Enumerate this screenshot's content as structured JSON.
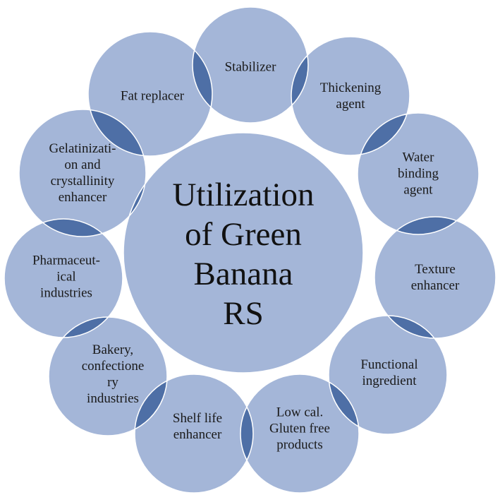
{
  "diagram": {
    "center": {
      "name": "center-topic",
      "label": "Utilization\nof Green\nBanana\nRS"
    },
    "nodes": [
      {
        "name": "node-stabilizer",
        "label": "Stabilizer"
      },
      {
        "name": "node-thickening-agent",
        "label": "Thickening\nagent"
      },
      {
        "name": "node-water-binding-agent",
        "label": "Water\nbinding\nagent"
      },
      {
        "name": "node-texture-enhancer",
        "label": "Texture\nenhancer"
      },
      {
        "name": "node-functional-ingredient",
        "label": "Functional\ningredient"
      },
      {
        "name": "node-low-cal-gluten-free",
        "label": "Low cal.\nGluten free\nproducts"
      },
      {
        "name": "node-shelf-life-enhancer",
        "label": "Shelf life\nenhancer"
      },
      {
        "name": "node-bakery-confectionery",
        "label": "Bakery,\nconfectione\nry\nindustries"
      },
      {
        "name": "node-pharmaceutical",
        "label": "Pharmaceut-\nical\nindustries"
      },
      {
        "name": "node-gelatinization",
        "label": "Gelatinizati-\non and\ncrystallinity\nenhancer"
      },
      {
        "name": "node-fat-replacer",
        "label": "Fat replacer"
      }
    ],
    "colors": {
      "circle_fill": "#a4b6d8",
      "overlap_fill": "#4e6fa6",
      "circle_stroke": "#ffffff",
      "text": "#1a1a1a"
    }
  }
}
